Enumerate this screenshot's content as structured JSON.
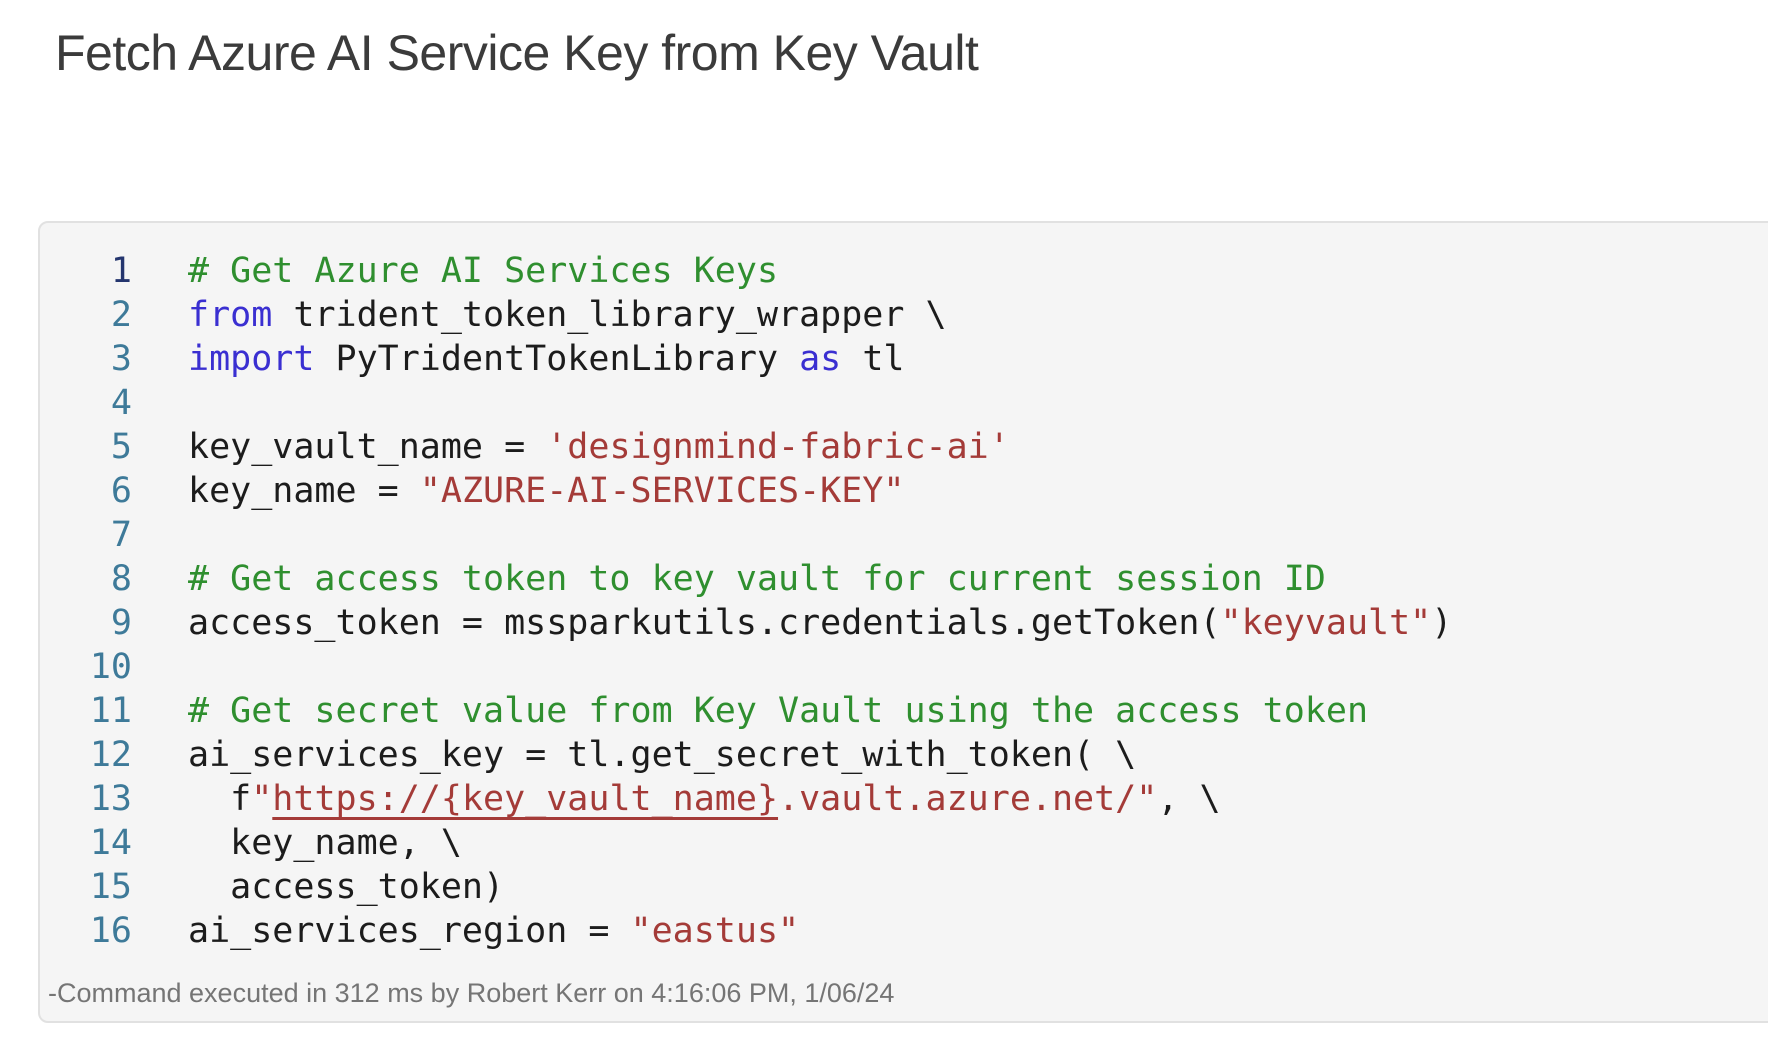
{
  "page": {
    "title": "Fetch Azure AI Service Key from Key Vault"
  },
  "colors": {
    "panel-bg": "#f5f5f5",
    "panel-border": "#e1e1e1",
    "code-fg": "#1c1c1c",
    "keyword": "#3a2fd1",
    "comment": "#2f8f2f",
    "string": "#a43b38",
    "gutter": "#3e7a99",
    "gutter-active": "#24356e",
    "status-fg": "#757575"
  },
  "editor": {
    "language": "python",
    "active_line": "1",
    "lines": [
      {
        "num": "1",
        "segments": [
          {
            "t": "# Get Azure AI Services Keys",
            "c": "comment"
          }
        ]
      },
      {
        "num": "2",
        "segments": [
          {
            "t": "from",
            "c": "keyword"
          },
          {
            "t": " trident_token_library_wrapper \\",
            "c": "plain"
          }
        ]
      },
      {
        "num": "3",
        "segments": [
          {
            "t": "import",
            "c": "keyword"
          },
          {
            "t": " PyTridentTokenLibrary ",
            "c": "plain"
          },
          {
            "t": "as",
            "c": "keyword"
          },
          {
            "t": " tl",
            "c": "plain"
          }
        ]
      },
      {
        "num": "4",
        "segments": []
      },
      {
        "num": "5",
        "segments": [
          {
            "t": "key_vault_name = ",
            "c": "plain"
          },
          {
            "t": "'designmind-fabric-ai'",
            "c": "string"
          }
        ]
      },
      {
        "num": "6",
        "segments": [
          {
            "t": "key_name = ",
            "c": "plain"
          },
          {
            "t": "\"AZURE-AI-SERVICES-KEY\"",
            "c": "string"
          }
        ]
      },
      {
        "num": "7",
        "segments": []
      },
      {
        "num": "8",
        "segments": [
          {
            "t": "# Get access token to key vault for current session ID",
            "c": "comment"
          }
        ]
      },
      {
        "num": "9",
        "segments": [
          {
            "t": "access_token = mssparkutils.credentials.getToken(",
            "c": "plain"
          },
          {
            "t": "\"keyvault\"",
            "c": "string"
          },
          {
            "t": ")",
            "c": "plain"
          }
        ]
      },
      {
        "num": "10",
        "segments": []
      },
      {
        "num": "11",
        "segments": [
          {
            "t": "# Get secret value from Key Vault using the access token",
            "c": "comment"
          }
        ]
      },
      {
        "num": "12",
        "segments": [
          {
            "t": "ai_services_key = tl.get_secret_with_token( \\",
            "c": "plain"
          }
        ]
      },
      {
        "num": "13",
        "segments": [
          {
            "t": "  f",
            "c": "plain"
          },
          {
            "t": "\"",
            "c": "string"
          },
          {
            "t": "https://{key_vault_name}",
            "c": "string-link"
          },
          {
            "t": ".vault.azure.net/\"",
            "c": "string"
          },
          {
            "t": ", \\",
            "c": "plain"
          }
        ]
      },
      {
        "num": "14",
        "segments": [
          {
            "t": "  key_name, \\",
            "c": "plain"
          }
        ]
      },
      {
        "num": "15",
        "segments": [
          {
            "t": "  access_token)",
            "c": "plain"
          }
        ]
      },
      {
        "num": "16",
        "segments": [
          {
            "t": "ai_services_region = ",
            "c": "plain"
          },
          {
            "t": "\"eastus\"",
            "c": "string"
          }
        ]
      }
    ]
  },
  "status_bar": {
    "text": "-Command executed in 312 ms by Robert Kerr on 4:16:06 PM, 1/06/24"
  }
}
